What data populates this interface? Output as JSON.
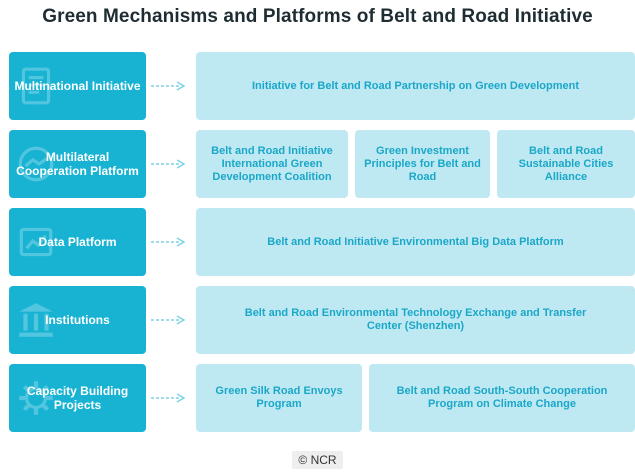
{
  "title": "Green Mechanisms and Platforms of Belt and Road Initiative",
  "rows": [
    {
      "category": "Multinational Initiative",
      "icon": "document-icon",
      "items": [
        "Initiative for Belt and Road Partnership on Green Development"
      ]
    },
    {
      "category": "Multilateral Cooperation Platform",
      "icon": "handshake-icon",
      "items": [
        "Belt and Road Initiative International Green Development Coalition",
        "Green Investment Principles for Belt and Road",
        "Belt and Road Sustainable Cities Alliance"
      ]
    },
    {
      "category": "Data Platform",
      "icon": "database-icon",
      "items": [
        "Belt and Road Initiative Environmental Big Data Platform"
      ]
    },
    {
      "category": "Institutions",
      "icon": "institution-building-icon",
      "items": [
        "Belt and Road Environmental Technology Exchange and Transfer Center (Shenzhen)"
      ]
    },
    {
      "category": "Capacity Building Projects",
      "icon": "gear-icon",
      "items": [
        "Green Silk Road Envoys Program",
        "Belt and Road South-South Cooperation Program on Climate Change"
      ]
    }
  ],
  "footer": "© NCR",
  "colors": {
    "category_fill": "#18b3d3",
    "item_fill": "#bfe9f2",
    "item_text": "#1aa7c8",
    "arrow": "#7fd2e6"
  }
}
